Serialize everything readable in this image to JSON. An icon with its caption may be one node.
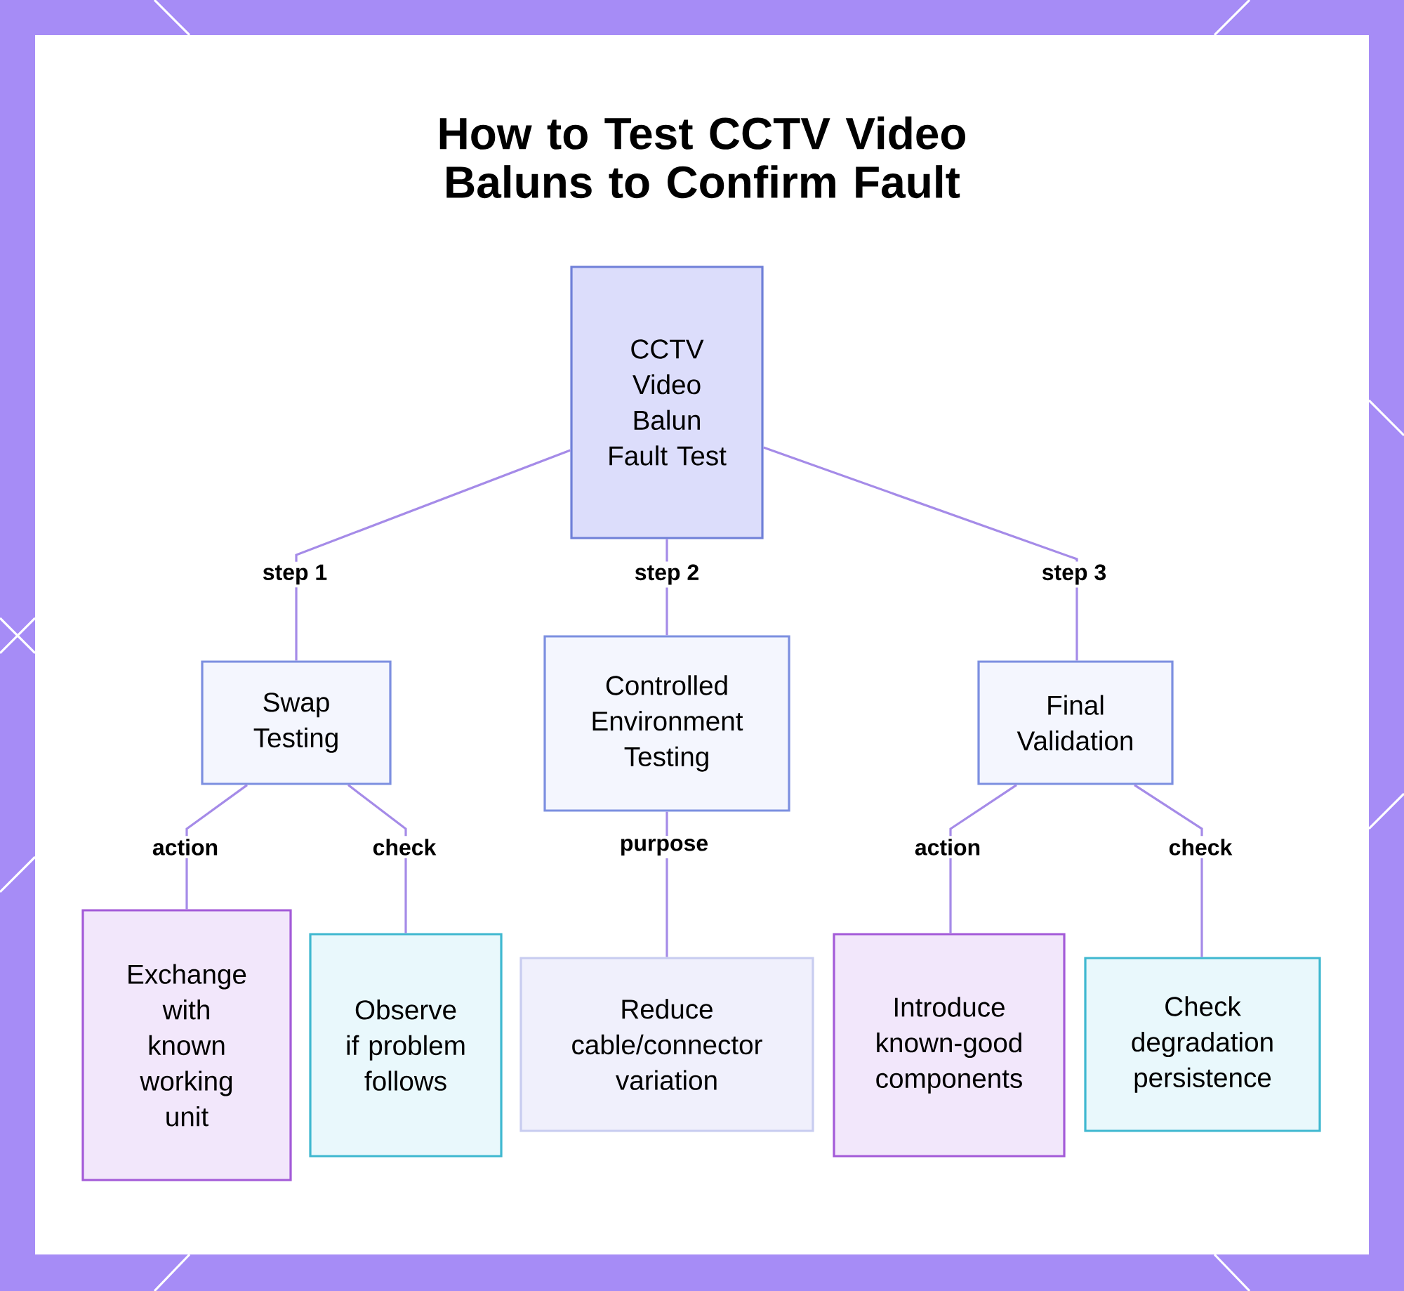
{
  "diagram": {
    "title": "How to Test CCTV Video Baluns to Confirm Fault",
    "nodes": [
      {
        "text": [
          "CCTV Video Balun Fault Test"
        ]
      },
      {
        "text": [
          "Swap Testing"
        ]
      },
      {
        "text": [
          "Controlled Environment Testing"
        ]
      },
      {
        "text": [
          "Final Validation"
        ]
      },
      {
        "text": [
          "Exchange with known working unit"
        ]
      },
      {
        "text": [
          "Observe if problem follows"
        ]
      },
      {
        "text": [
          "Reduce cable/connector variation"
        ]
      },
      {
        "text": [
          "Introduce known-good components"
        ]
      },
      {
        "text": [
          "Check degradation persistence"
        ]
      }
    ],
    "edges": [
      {
        "from": 0,
        "to": 1,
        "arrow": "none",
        "label": "step 1"
      },
      {
        "from": 0,
        "to": 2,
        "arrow": "none",
        "label": "step 2"
      },
      {
        "from": 0,
        "to": 3,
        "arrow": "none",
        "label": "step 3"
      },
      {
        "from": 1,
        "to": 4,
        "arrow": "none",
        "label": "action"
      },
      {
        "from": 1,
        "to": 5,
        "arrow": "none",
        "label": "check"
      },
      {
        "from": 2,
        "to": 6,
        "arrow": "none",
        "label": "purpose"
      },
      {
        "from": 3,
        "to": 7,
        "arrow": "none",
        "label": "action"
      },
      {
        "from": 3,
        "to": 8,
        "arrow": "none",
        "label": "check"
      }
    ]
  }
}
